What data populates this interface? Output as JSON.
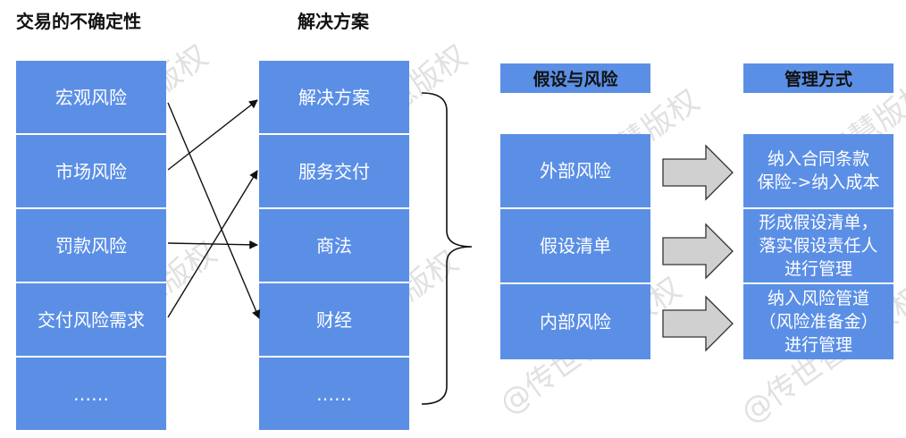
{
  "left_title": "交易的不确定性",
  "mid_title": "解决方案",
  "left_items": [
    "宏观风险",
    "市场风险",
    "罚款风险",
    "交付风险需求",
    "……"
  ],
  "mid_items": [
    "解决方案",
    "服务交付",
    "商法",
    "财经",
    "……"
  ],
  "risk_header": "假设与风险",
  "mgmt_header": "管理方式",
  "risk_items": [
    "外部风险",
    "假设清单",
    "内部风险"
  ],
  "mgmt_items": [
    "纳入合同条款\n保险->纳入成本",
    "形成假设清单，\n落实假设责任人\n进行管理",
    "纳入风险管道\n（风险准备金）\n进行管理"
  ],
  "watermark": "@传世智慧版权",
  "colors": {
    "box": "#5b8fe6",
    "arrow_fill": "#d0d0d0"
  }
}
